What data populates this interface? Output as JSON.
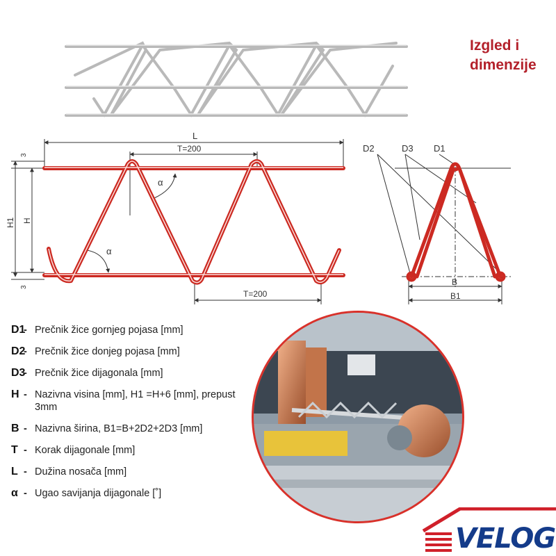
{
  "title": {
    "line1": "Izgled i",
    "line2": "dimenzije"
  },
  "diagram_labels": {
    "L": "L",
    "T_top": "T=200",
    "T_bottom": "T=200",
    "alpha_top": "α",
    "alpha_bottom": "α",
    "H1": "H1",
    "H": "H",
    "three_top": "3",
    "three_bottom": "3",
    "D2": "D2",
    "D3": "D3",
    "D1": "D1",
    "B": "B",
    "B1": "B1"
  },
  "legend": [
    {
      "symbol": "D1",
      "text": "Prečnik žice gornjeg pojasa [mm]"
    },
    {
      "symbol": "D2",
      "text": "Prečnik žice donjeg pojasa [mm]"
    },
    {
      "symbol": "D3",
      "text": "Prečnik žice dijagonala [mm]"
    },
    {
      "symbol": "H",
      "text": "Nazivna visina [mm], H1 =H+6 [mm], prepust 3mm"
    },
    {
      "symbol": "B",
      "text": "Nazivna širina, B1=B+2D2+2D3 [mm]"
    },
    {
      "symbol": "T",
      "text": "Korak dijagonale [mm]"
    },
    {
      "symbol": "L",
      "text": "Dužina nosača [mm]"
    },
    {
      "symbol": "α",
      "text": "Ugao savijanja dijagonale [˚]"
    }
  ],
  "logo": {
    "text": "VELOG"
  },
  "colors": {
    "title": "#b3202a",
    "wire": "#cc2a22",
    "logo_blue": "#143b8a",
    "logo_red": "#d0202a"
  }
}
